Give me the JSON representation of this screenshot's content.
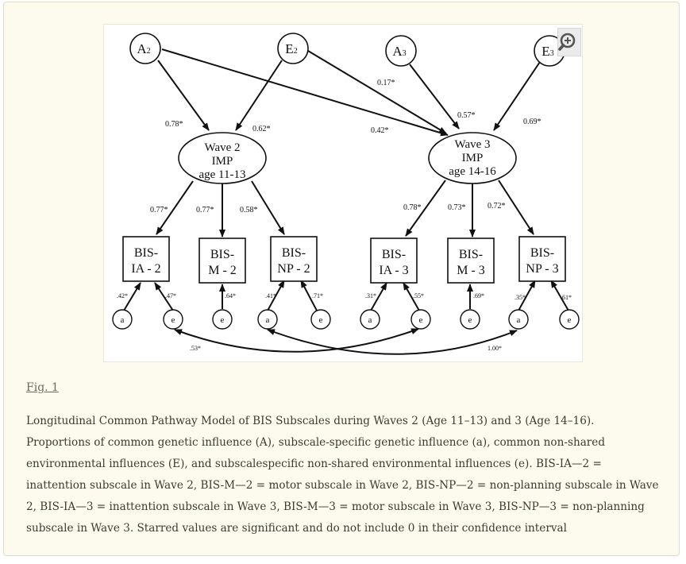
{
  "figure": {
    "zoom_icon": "zoom-in-icon",
    "latent_top": [
      "A2",
      "E2",
      "A3",
      "E3"
    ],
    "latent_top_subs": [
      "2",
      "2",
      "3",
      "3"
    ],
    "latent_top_letters": [
      "A",
      "E",
      "A",
      "E"
    ],
    "wave2": {
      "line1": "Wave 2",
      "line2": "IMP",
      "line3": "age 11-13"
    },
    "wave3": {
      "line1": "Wave 3",
      "line2": "IMP",
      "line3": "age 14-16"
    },
    "boxes": [
      {
        "l1": "BIS-",
        "l2": "IA - 2"
      },
      {
        "l1": "BIS-",
        "l2": "M - 2"
      },
      {
        "l1": "BIS-",
        "l2": "NP - 2"
      },
      {
        "l1": "BIS-",
        "l2": "IA - 3"
      },
      {
        "l1": "BIS-",
        "l2": "M - 3"
      },
      {
        "l1": "BIS-",
        "l2": "NP - 3"
      }
    ],
    "small_nodes": [
      "a",
      "e",
      "e",
      "a",
      "e",
      "a",
      "e",
      "e",
      "a",
      "e"
    ],
    "paths": {
      "a2_w2": "0.78*",
      "e2_w2": "0.62*",
      "a2_w3": "0.42*",
      "e2_w3": "0.17*",
      "a3_w3": "0.57*",
      "e3_w3": "0.69*",
      "w2_ia": "0.77*",
      "w2_m": "0.77*",
      "w2_np": "0.58*",
      "w3_ia": "0.78*",
      "w3_m": "0.73*",
      "w3_np": "0.72*"
    },
    "specific": [
      ".42*",
      ".47*",
      ".64*",
      ".41*",
      ".71*",
      ".31*",
      ".55*",
      ".69*",
      ".35*",
      ".61*"
    ],
    "correlations": [
      ".53*",
      "1.00*"
    ]
  },
  "fig_label": "Fig. 1",
  "caption": "Longitudinal Common Pathway Model of BIS Subscales during Waves 2 (Age 11–13) and 3 (Age 14–16). Proportions of common genetic influence (A), subscale-specific genetic influence (a), common non-shared environmental influences (E), and subscalespecific non-shared environmental influences (e). BIS-IA—2 = inattention subscale in Wave 2, BIS-M—2 = motor subscale in Wave 2, BIS-NP—2 = non-planning subscale in Wave 2, BIS-IA—3 = inattention subscale in Wave 3, BIS-M—3 = motor subscale in Wave 3, BIS-NP—3 = non-planning subscale in Wave 3. Starred values are significant and do not include 0 in their confidence interval"
}
